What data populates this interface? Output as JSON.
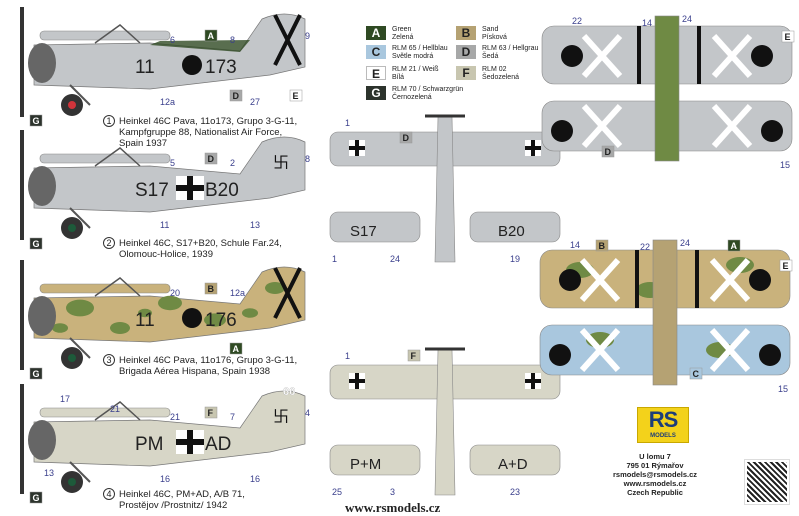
{
  "colors": {
    "A": "#2f4a23",
    "B": "#b5a273",
    "C": "#a9c7de",
    "D": "#a7a8a8",
    "E": "#ffffff",
    "F": "#c8c6b0",
    "G": "#2c332c",
    "camo_green": "#6f8a44",
    "camo_sand": "#c9b27c",
    "grey": "#c3c6c9",
    "light": "#d7d6c7",
    "callout": "#3a3f8c",
    "marker": "#d0343b"
  },
  "legend": [
    {
      "code": "A",
      "line1": "Green",
      "line2": "Zelená"
    },
    {
      "code": "B",
      "line1": "Sand",
      "line2": "Písková"
    },
    {
      "code": "C",
      "line1": "RLM 65 / Hellblau",
      "line2": "Světle modrá"
    },
    {
      "code": "D",
      "line1": "RLM 63 / Hellgrau",
      "line2": "Šedá"
    },
    {
      "code": "E",
      "line1": "RLM 21 / Weiß",
      "line2": "Bílá"
    },
    {
      "code": "F",
      "line1": "RLM 02",
      "line2": "Šedozelená"
    },
    {
      "code": "G",
      "line1": "RLM 70 / Schwarzgrün",
      "line2": "Černozelená"
    }
  ],
  "profiles": [
    {
      "num": "1",
      "caption": [
        "Heinkel 46C Pava, 11o173, Grupo 3-G-11,",
        "Kampfgruppe 88, Nationalist Air Force,",
        "Spain 1937"
      ],
      "code_left": "11",
      "code_right": "173",
      "scheme": "grey",
      "insignia": "roundel",
      "tail": "X",
      "callouts": [
        "6",
        "8",
        "12a",
        "9",
        "27"
      ],
      "colors": [
        "A",
        "D",
        "E",
        "G"
      ]
    },
    {
      "num": "2",
      "caption": [
        "Heinkel 46C, S17+B20, Schule Far.24,",
        "Olomouc-Holice, 1939"
      ],
      "code_left": "S17",
      "code_right": "B20",
      "scheme": "grey",
      "insignia": "cross",
      "tail": "swastika",
      "callouts": [
        "5",
        "2",
        "11",
        "8",
        "13"
      ],
      "colors": [
        "D",
        "G"
      ]
    },
    {
      "num": "3",
      "caption": [
        "Heinkel 46C Pava, 11o176, Grupo 3-G-11,",
        "Brigada Aérea Hispana, Spain 1938"
      ],
      "code_left": "11",
      "code_right": "176",
      "scheme": "camo",
      "insignia": "roundel",
      "tail": "X",
      "callouts": [
        "20",
        "12a"
      ],
      "colors": [
        "B",
        "A",
        "G"
      ]
    },
    {
      "num": "4",
      "caption": [
        "Heinkel 46C, PM+AD, A/B 71,",
        "Prostějov /Prostnitz/ 1942"
      ],
      "code_left": "PM",
      "code_right": "AD",
      "scheme": "light",
      "insignia": "cross",
      "tail": "swastika",
      "tail_code": "66",
      "callouts": [
        "21",
        "7",
        "16",
        "4",
        "16",
        "17",
        "21",
        "13"
      ],
      "colors": [
        "F",
        "G"
      ]
    }
  ],
  "plans": {
    "p2": {
      "left": "S17",
      "right": "B20",
      "callouts": [
        "1",
        "1",
        "24",
        "19"
      ],
      "color": "D"
    },
    "p4": {
      "left": "P+M",
      "right": "A+D",
      "callouts": [
        "1",
        "25",
        "3",
        "23"
      ],
      "color": "F"
    },
    "p1": {
      "callouts": [
        "14",
        "24",
        "22",
        "15"
      ],
      "colors": [
        "E",
        "D"
      ]
    },
    "p3": {
      "callouts": [
        "22",
        "24",
        "14",
        "15"
      ],
      "colors": [
        "B",
        "A",
        "E",
        "C"
      ]
    }
  },
  "logo": {
    "letters": "RS",
    "sub": "MODELS"
  },
  "address": [
    "U lomu 7",
    "795 01 Rýmařov",
    "rsmodels@rsmodels.cz",
    "www.rsmodels.cz",
    "Czech Republic"
  ],
  "footer_url": "www.rsmodels.cz"
}
